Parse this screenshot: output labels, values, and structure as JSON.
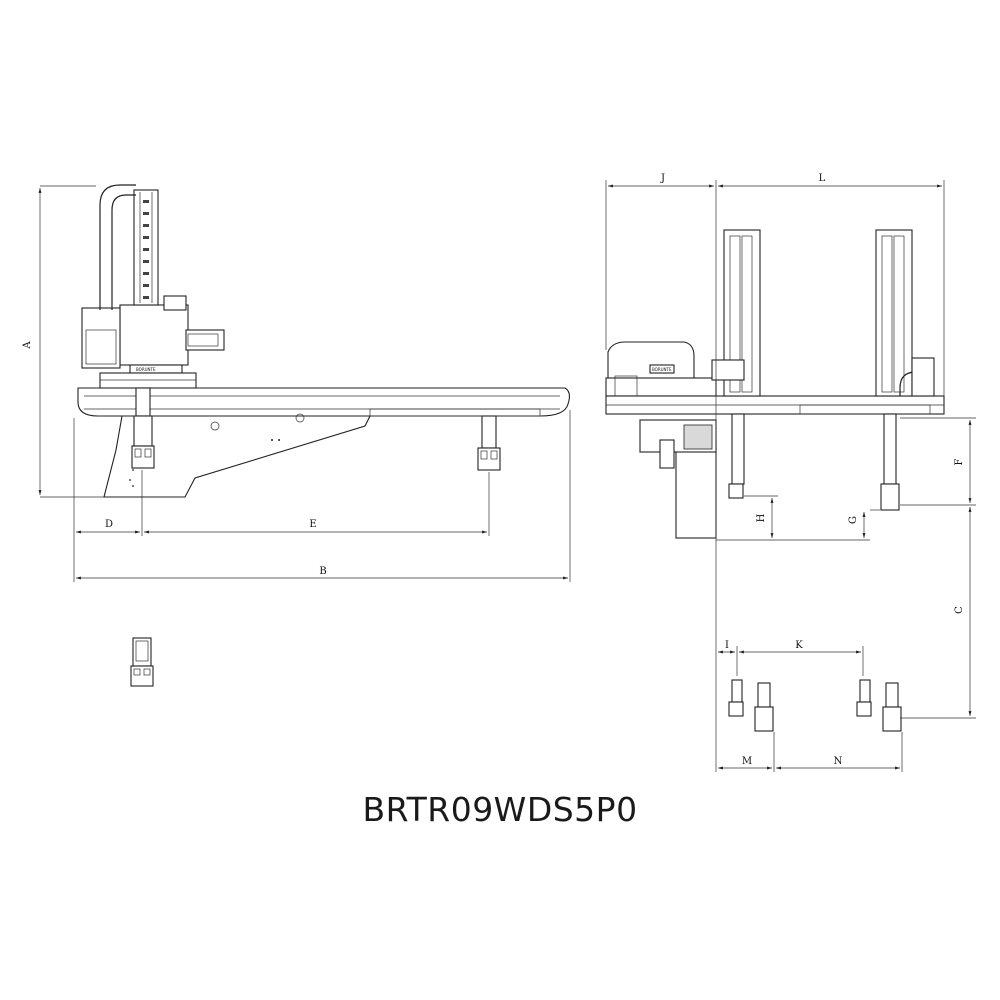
{
  "model": "BRTR09WDS5P0",
  "dimensions": {
    "A": "A",
    "B": "B",
    "C": "C",
    "D": "D",
    "E": "E",
    "F": "F",
    "G": "G",
    "H": "H",
    "I": "I",
    "J": "J",
    "K": "K",
    "L": "L",
    "M": "M",
    "N": "N"
  },
  "logo": "BORUNTE"
}
